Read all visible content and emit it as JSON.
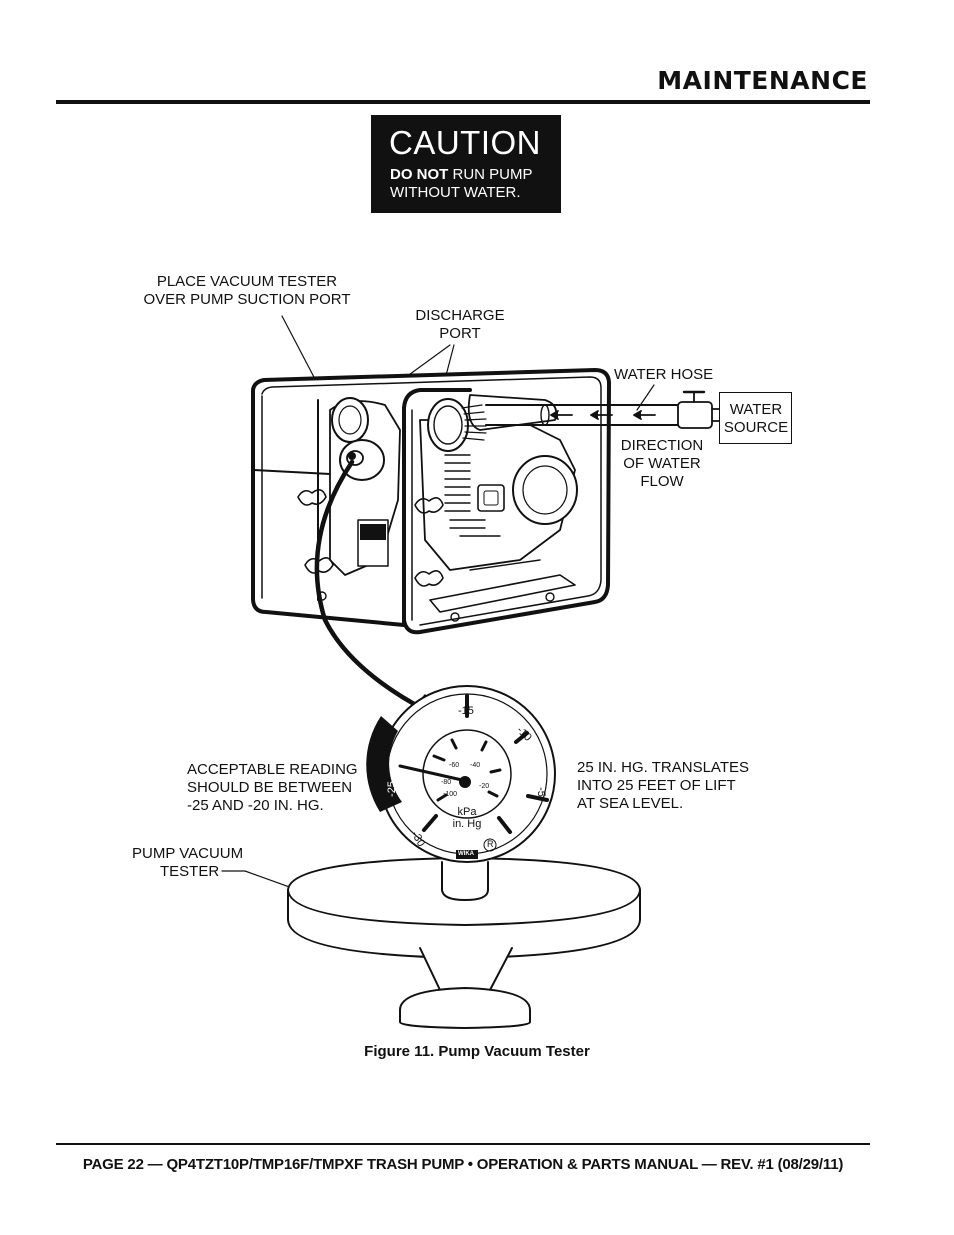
{
  "header": {
    "section_title": "MAINTENANCE"
  },
  "caution": {
    "title": "CAUTION",
    "line1_bold": "DO NOT",
    "line1_rest": " RUN PUMP",
    "line2": "WITHOUT WATER."
  },
  "labels": {
    "suction_line1": "PLACE VACUUM TESTER",
    "suction_line2": "OVER PUMP SUCTION PORT",
    "discharge_line1": "DISCHARGE",
    "discharge_line2": "PORT",
    "water_hose": "WATER HOSE",
    "source_line1": "WATER",
    "source_line2": "SOURCE",
    "flow_line1": "DIRECTION",
    "flow_line2": "OF WATER",
    "flow_line3": "FLOW",
    "reading_line1": "ACCEPTABLE READING",
    "reading_line2": "SHOULD BE BETWEEN",
    "reading_line3": "-25 AND -20 IN. HG.",
    "lift_line1": "25 IN. HG. TRANSLATES",
    "lift_line2": "INTO 25 FEET OF LIFT",
    "lift_line3": "AT SEA LEVEL.",
    "tester_line1": "PUMP VACUUM",
    "tester_line2": "TESTER"
  },
  "gauge": {
    "outer_ticks": [
      "-15",
      "-10",
      "-5",
      "-20",
      "-25",
      "-30"
    ],
    "inner_ticks": [
      "-60",
      "-40",
      "-20",
      "-80",
      "-100"
    ],
    "unit_line1": "kPa",
    "unit_line2": "in. Hg",
    "brand": "WIKA",
    "registered": "R"
  },
  "caption": "Figure 11. Pump Vacuum Tester",
  "footer": "PAGE 22 — QP4TZT10P/TMP16F/TMPXF TRASH PUMP • OPERATION & PARTS MANUAL — REV. #1 (08/29/11)"
}
